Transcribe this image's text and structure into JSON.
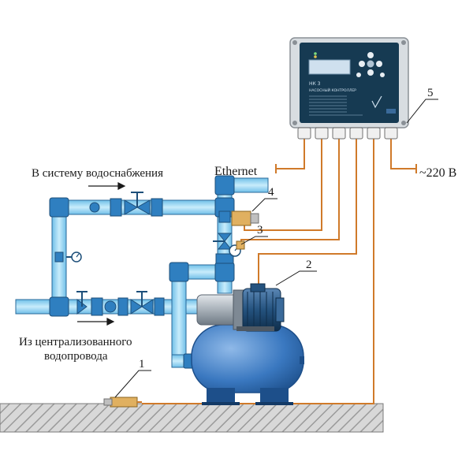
{
  "labels": {
    "to_supply": "В систему водоснабжения",
    "from_main_line1": "Из централизованного",
    "from_main_line2": "водопровода",
    "ethernet": "Ethernet",
    "power": "~220 В"
  },
  "callouts": [
    "1",
    "2",
    "3",
    "4",
    "5"
  ],
  "controller": {
    "model": "НК 3",
    "subtitle": "НАСОСНЫЙ КОНТРОЛЛЕР"
  },
  "colors": {
    "pipe": "#8fd0f0",
    "pipe_outline": "#2a6a9a",
    "tank": "#3a78c0",
    "pump": "#9aa4ae",
    "motor": "#24527e",
    "cable": "#d07a2a",
    "cabinet": "#cfd4d8",
    "panel": "#163a52",
    "ground": "#c9c9c9"
  }
}
